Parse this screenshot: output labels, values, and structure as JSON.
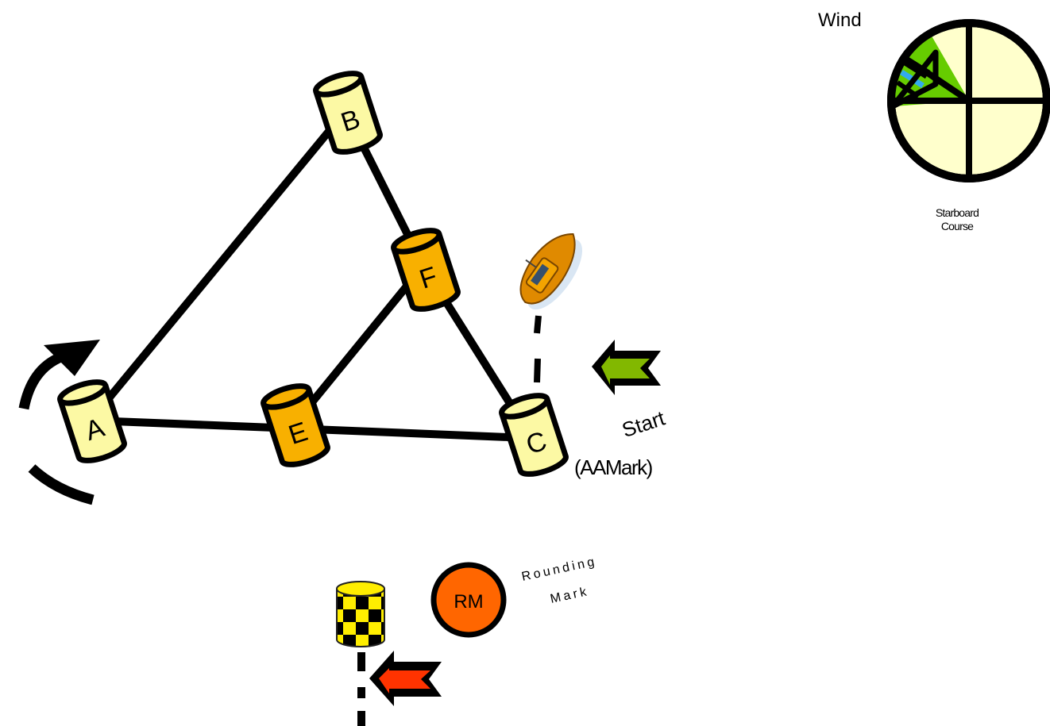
{
  "wind": {
    "label": "Wind",
    "course_label_line1": "Starboard",
    "course_label_line2": "Course"
  },
  "marks": {
    "a": "A",
    "b": "B",
    "c": "C",
    "e": "E",
    "f": "F"
  },
  "start": {
    "label": "Start",
    "sublabel": "(AAMark)"
  },
  "rounding_mark": {
    "badge": "RM",
    "label_line1": "Rounding",
    "label_line2": "Mark"
  },
  "colors": {
    "pale_mark": "#fcf9a4",
    "orange_mark": "#f8b000",
    "rounding_mark": "#ff6600",
    "start_arrow": "#82b800",
    "finish_arrow": "#ff3300",
    "compass_face": "#ffffcc",
    "wind_sector": "#66cc00",
    "wind_stripe": "#33aaee"
  },
  "icons": {
    "boat": "committee-boat-icon",
    "rotation": "counterclockwise-rotation-arrow-icon",
    "checkered": "checkered-finish-buoy-icon"
  }
}
